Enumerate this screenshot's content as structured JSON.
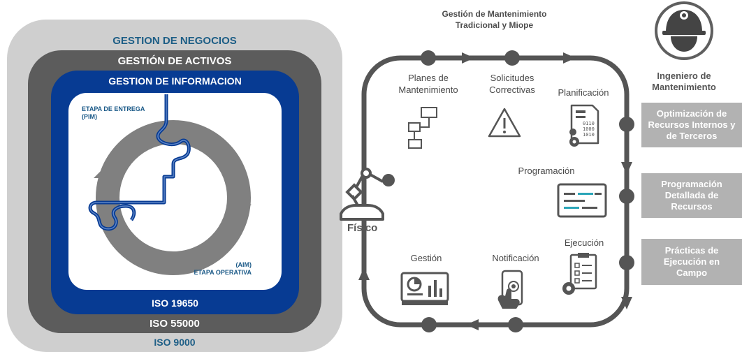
{
  "left": {
    "gestion_negocios": "GESTION DE NEGOCIOS",
    "gestion_activos": "GESTIÓN DE ACTIVOS",
    "gestion_informacion": "GESTION DE INFORMACION",
    "etapa_entrega": [
      "ETAPA DE ENTREGA",
      "(PIM)"
    ],
    "etapa_operativa": [
      "(AIM)",
      "ETAPA OPERATIVA"
    ],
    "iso_19650": "ISO 19650",
    "iso_55000": "ISO 55000",
    "iso_9000": "ISO 9000",
    "colors": {
      "outer": "#cfcfcf",
      "middle": "#5c5c5c",
      "inner": "#073b93",
      "ring": "#808080"
    }
  },
  "right": {
    "title": [
      "Gestión de Mantenimiento",
      "Tradicional y Miope"
    ],
    "fisico": "Físico",
    "steps": {
      "planes": [
        "Planes de",
        "Mantenimiento"
      ],
      "solicitudes": [
        "Solicitudes",
        "Correctivas"
      ],
      "planificacion": "Planificación",
      "programacion": "Programación",
      "ejecucion": "Ejecución",
      "notificacion": "Notificación",
      "gestion": "Gestión"
    },
    "engineer": [
      "Ingeniero de",
      "Mantenimiento"
    ],
    "side_boxes": [
      [
        "Optimización de",
        "Recursos Internos y",
        "de Terceros"
      ],
      [
        "Programación",
        "Detallada de",
        "Recursos"
      ],
      [
        "Prácticas de",
        "Ejecución en",
        "Campo"
      ]
    ],
    "icons": [
      "robot-arm-icon",
      "flowchart-icon",
      "warning-icon",
      "planning-doc-icon",
      "gantt-icon",
      "checklist-icon",
      "phone-touch-icon",
      "dashboard-icon",
      "engineer-helmet-icon"
    ]
  }
}
